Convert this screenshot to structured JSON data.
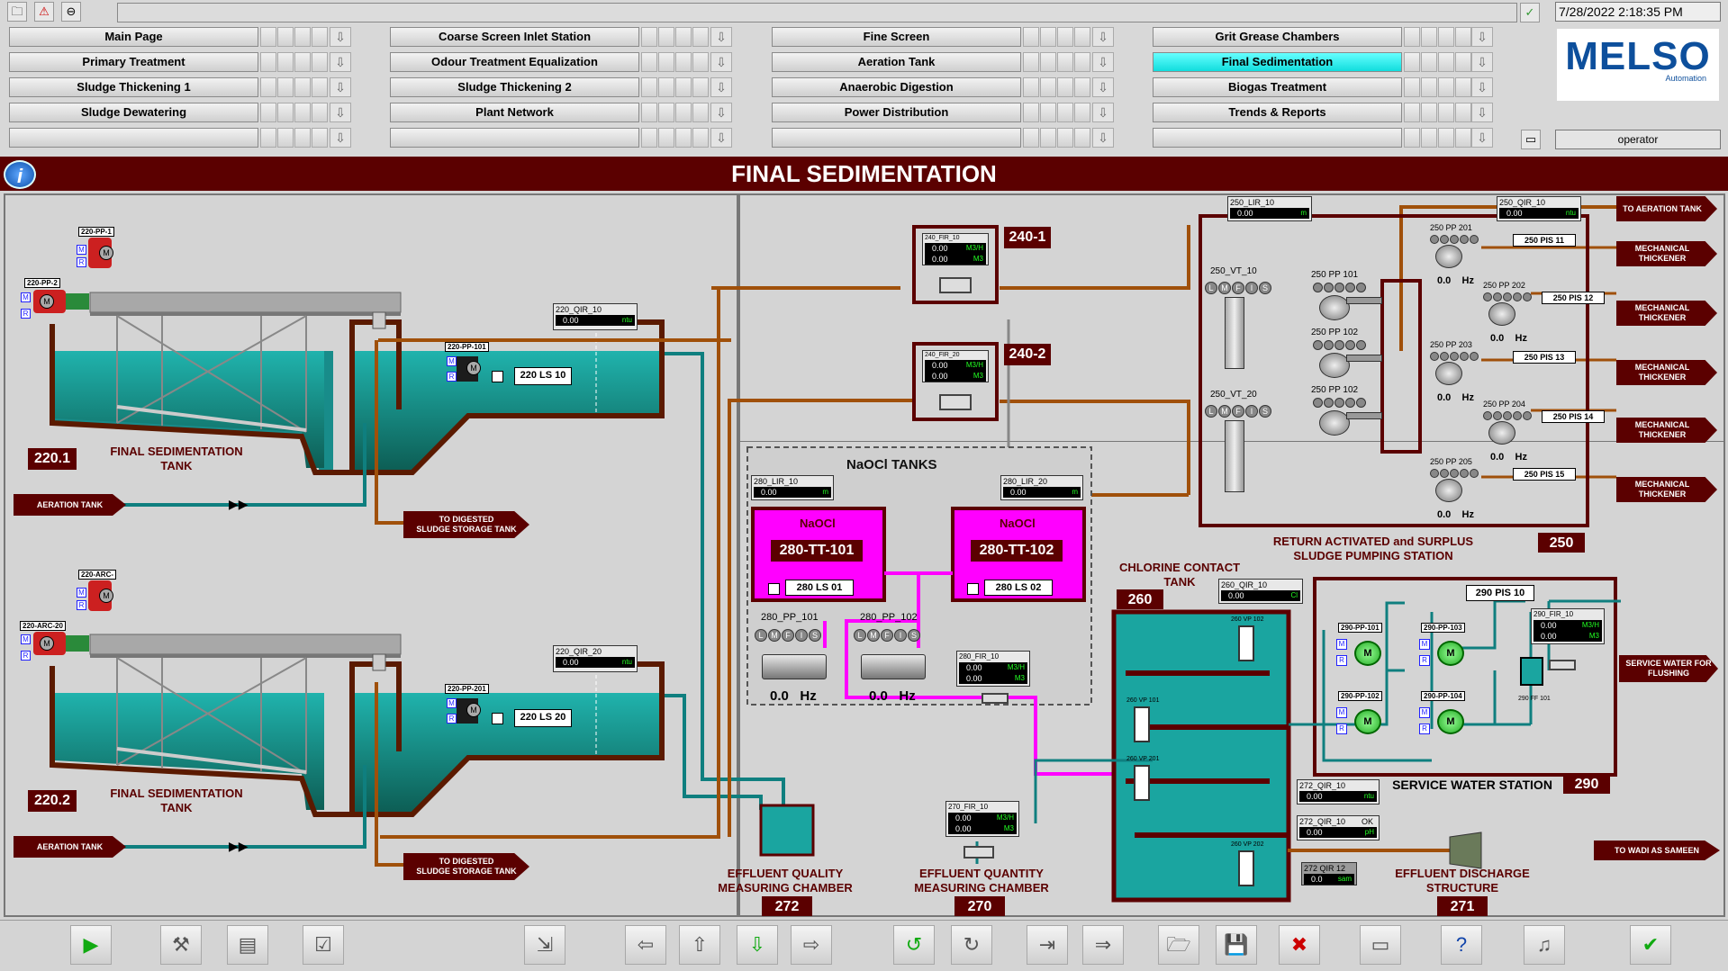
{
  "header": {
    "datetime": "7/28/2022 2:18:35 PM",
    "user": "operator",
    "logo_text": "MELSO",
    "logo_sub": "Automation"
  },
  "nav": {
    "rows": [
      [
        "Main Page",
        "Coarse Screen Inlet Station",
        "Fine Screen",
        "Grit Grease Chambers"
      ],
      [
        "Primary Treatment",
        "Odour Treatment Equalization",
        "Aeration Tank",
        "Final Sedimentation"
      ],
      [
        "Sludge Thickening 1",
        "Sludge Thickening 2",
        "Anaerobic Digestion",
        "Biogas Treatment"
      ],
      [
        "Sludge Dewatering",
        "Plant Network",
        "Power Distribution",
        "Trends & Reports"
      ],
      [
        "",
        "",
        "",
        ""
      ]
    ],
    "active": "Final Sedimentation"
  },
  "page_title": "FINAL SEDIMENTATION",
  "sed": {
    "t1": {
      "tag": "220.1",
      "label1": "FINAL SEDIMENTATION",
      "label2": "TANK",
      "pump1": "220-PP-1",
      "pump2": "220-PP-2",
      "pp101": "220-PP-101",
      "qir": "220_QIR_10",
      "qir_val": "0.00",
      "qir_unit": "ntu",
      "ls": "220 LS 10",
      "inlet": "AERATION TANK",
      "out1": "TO DIGESTED",
      "out2": "SLUDGE STORAGE TANK"
    },
    "t2": {
      "tag": "220.2",
      "label1": "FINAL SEDIMENTATION",
      "label2": "TANK",
      "pump1": "220-ARC-",
      "pump2": "220-ARC-20",
      "pp101": "220-PP-201",
      "qir": "220_QIR_20",
      "qir_val": "0.00",
      "qir_unit": "ntu",
      "ls": "220 LS 20",
      "inlet": "AERATION TANK",
      "out1": "TO DIGESTED",
      "out2": "SLUDGE STORAGE TANK"
    }
  },
  "flow": {
    "f1": {
      "tag": "240-1",
      "name": "240_FIR_10",
      "v1": "0.00",
      "u1": "M3/H",
      "v2": "0.00",
      "u2": "M3"
    },
    "f2": {
      "tag": "240-2",
      "name": "240_FIR_20",
      "v1": "0.00",
      "u1": "M3/H",
      "v2": "0.00",
      "u2": "M3"
    }
  },
  "naocl": {
    "title": "NaOCl TANKS",
    "t1": {
      "lir": "280_LIR_10",
      "val": "0.00",
      "unit": "m",
      "label": "NaOCl",
      "tag": "280-TT-101",
      "ls": "280 LS 01",
      "pump": "280_PP_101",
      "hz": "0.0",
      "hzu": "Hz"
    },
    "t2": {
      "lir": "280_LIR_20",
      "val": "0.00",
      "unit": "m",
      "label": "NaOCl",
      "tag": "280-TT-102",
      "ls": "280 LS 02",
      "pump": "280_PP_102",
      "hz": "0.0",
      "hzu": "Hz"
    },
    "fir": {
      "name": "280_FIR_10",
      "v1": "0.00",
      "u1": "M3/H",
      "v2": "0.00",
      "u2": "M3"
    },
    "lmfis": [
      "L",
      "M",
      "F",
      "I",
      "S"
    ]
  },
  "ras": {
    "lir": {
      "name": "250_LIR_10",
      "val": "0.00",
      "unit": "m"
    },
    "qir": {
      "name": "250_QIR_10",
      "val": "0.00",
      "unit": "ntu"
    },
    "vt1": "250_VT_10",
    "vt2": "250_VT_20",
    "pp_mid": [
      "250 PP 101",
      "250 PP 102",
      "250 PP 102"
    ],
    "pp_right": [
      "250 PP 201",
      "250 PP 202",
      "250 PP 203",
      "250 PP 204",
      "250 PP 205"
    ],
    "pis": [
      "250 PIS 11",
      "250 PIS 12",
      "250 PIS 13",
      "250 PIS 14",
      "250 PIS 15"
    ],
    "hz": "0.0",
    "hzu": "Hz",
    "outs": [
      "TO AERATION TANK",
      "MECHANICAL THICKENER",
      "MECHANICAL THICKENER",
      "MECHANICAL THICKENER",
      "MECHANICAL THICKENER",
      "MECHANICAL THICKENER"
    ],
    "label1": "RETURN ACTIVATED and SURPLUS",
    "label2": "SLUDGE PUMPING STATION",
    "tag": "250"
  },
  "cct": {
    "label1": "CHLORINE CONTACT",
    "label2": "TANK",
    "tag": "260",
    "qir": {
      "name": "260_QIR_10",
      "val": "0.00",
      "unit": "Cl"
    },
    "vp": [
      "260 VP 102",
      "260 VP 101",
      "260 VP 201",
      "260 VP 202"
    ]
  },
  "sws": {
    "pis": "290 PIS 10",
    "fir": {
      "name": "290_FIR_10",
      "v1": "0.00",
      "u1": "M3/H",
      "v2": "0.00",
      "u2": "M3"
    },
    "pumps": [
      "290-PP-101",
      "290-PP-103",
      "290-PP-102",
      "290-PP-104"
    ],
    "ff": "290 FF 101",
    "label": "SERVICE WATER STATION",
    "tag": "290",
    "out": "SERVICE WATER FOR FLUSHING"
  },
  "eff": {
    "q272a": {
      "name": "272_QIR_10",
      "val": "0.00",
      "unit": "ntu"
    },
    "q272b": {
      "name": "272_QIR_10",
      "val": "0.00",
      "unit": "pH",
      "status": "OK"
    },
    "q272c": {
      "name": "272 QIR 12",
      "val": "0.0",
      "unit": "sam"
    },
    "fir270": {
      "name": "270_FIR_10",
      "v1": "0.00",
      "u1": "M3/H",
      "v2": "0.00",
      "u2": "M3"
    },
    "qual1": "EFFLUENT QUALITY",
    "qual2": "MEASURING CHAMBER",
    "qual_tag": "272",
    "qty1": "EFFLUENT QUANTITY",
    "qty2": "MEASURING CHAMBER",
    "qty_tag": "270",
    "dis1": "EFFLUENT DISCHARGE",
    "dis2": "STRUCTURE",
    "dis_tag": "271",
    "out": "TO WADI AS SAMEEN"
  },
  "colors": {
    "dark_red": "#5b0000",
    "teal": "#1aa5a0",
    "magenta": "#ff00ff",
    "pipe_brown": "#a0500a",
    "pipe_teal": "#0f7f7f",
    "active_cyan": "#33e5e5"
  },
  "bottom_icons": [
    "play-icon",
    "tools-icon",
    "notes-icon",
    "checklist-icon",
    "import-icon",
    "back-icon",
    "up-icon",
    "down-icon",
    "forward-icon",
    "undo-icon",
    "redo-icon",
    "export-icon",
    "next-icon",
    "open-icon",
    "save-icon",
    "delete-icon",
    "screen-icon",
    "help-icon",
    "sound-icon",
    "ack-icon"
  ]
}
